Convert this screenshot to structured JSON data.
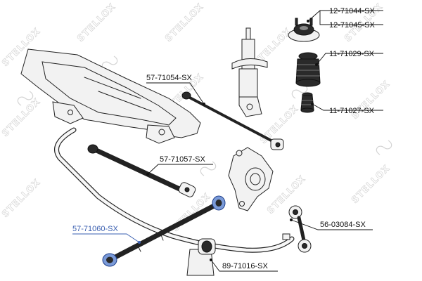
{
  "watermark": {
    "text": "STELLOX"
  },
  "part_numbers": {
    "top_mount_1": "12-71044-SX",
    "top_mount_2": "12-71045-SX",
    "dust_boot": "11-71029-SX",
    "bump_stop": "11-71027-SX",
    "lateral_link": "57-71054-SX",
    "trailing_link": "57-71057-SX",
    "lower_link": "57-71060-SX",
    "stabilizer_link": "56-03084-SX",
    "stabilizer_bushing": "89-71016-SX"
  },
  "colors": {
    "highlight": "#3a5fb0",
    "watermark": "#d4d4d4",
    "line": "#222222"
  }
}
